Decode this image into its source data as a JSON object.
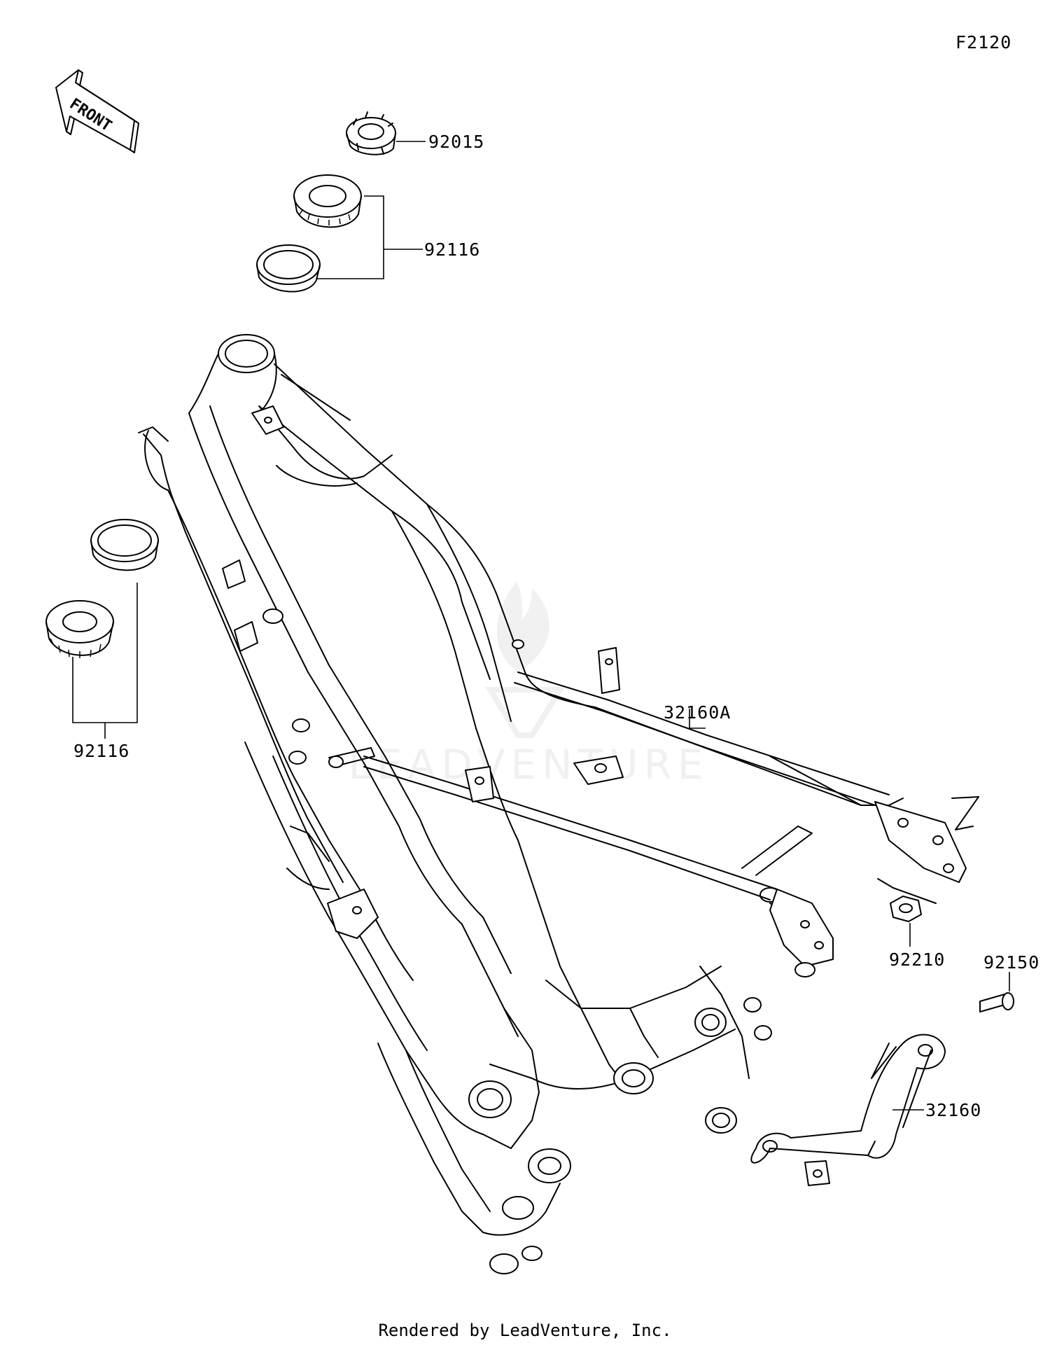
{
  "diagram_code": "F2120",
  "front_arrow": {
    "label": "FRONT",
    "icon": "front-direction-arrow-icon"
  },
  "parts": [
    {
      "ref": "92015",
      "part": "steering-stem-nut"
    },
    {
      "ref": "92116",
      "part": "upper-steering-bearing-and-race"
    },
    {
      "ref": "92116",
      "part": "lower-steering-bearing-and-race"
    },
    {
      "ref": "32160A",
      "part": "main-frame"
    },
    {
      "ref": "92210",
      "part": "nut"
    },
    {
      "ref": "92150",
      "part": "bolt"
    },
    {
      "ref": "32160",
      "part": "rear-frame-stay"
    }
  ],
  "labels": {
    "p92015": "92015",
    "p92116_upper": "92116",
    "p92116_lower": "92116",
    "p32160A": "32160A",
    "p92210": "92210",
    "p92150": "92150",
    "p32160": "32160"
  },
  "footer": "Rendered by LeadVenture, Inc.",
  "watermark": "LEADVENTURE"
}
